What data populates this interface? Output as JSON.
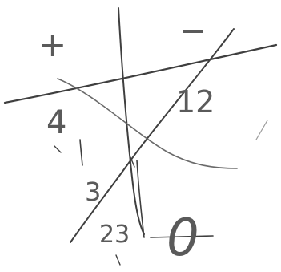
{
  "sketch": {
    "ink_color": "#3f3f3f",
    "light_ink_color": "#8a8a8a",
    "background": "#ffffff",
    "labels": {
      "plus_sign": "+",
      "minus_sign": "−",
      "region_4": "4",
      "region_12": "12",
      "region_3": "3",
      "region_23": "23",
      "region_0": "0"
    }
  }
}
